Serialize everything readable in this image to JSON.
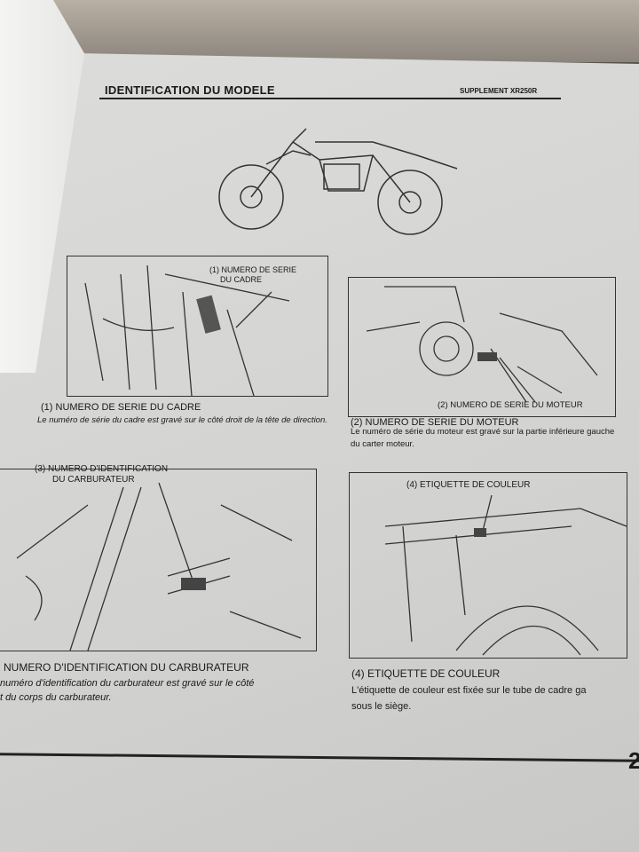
{
  "header": {
    "title": "IDENTIFICATION DU MODELE",
    "supplement": "SUPPLEMENT XR250R"
  },
  "figures": [
    {
      "label": "(1) NUMERO DE SERIE",
      "label2": "DU CADRE",
      "caption": "(1) NUMERO DE SERIE DU CADRE",
      "text": "Le numéro de série du cadre est gravé sur le côté droit de la tête de direction."
    },
    {
      "label": "(2) NUMERO DE SERIE DU MOTEUR",
      "caption": "(2) NUMERO DE SERIE DU MOTEUR",
      "text": "Le numéro de série du moteur est gravé sur la partie inférieure gauche du carter moteur."
    },
    {
      "label": "(3) NUMERO D'IDENTIFICATION",
      "label2": "DU CARBURATEUR",
      "caption": "NUMERO D'IDENTIFICATION DU CARBURATEUR",
      "text": "numéro d'identification du carburateur est gravé sur le côté",
      "text2": "t du corps du carburateur."
    },
    {
      "label": "(4) ETIQUETTE DE COULEUR",
      "caption": "(4) ETIQUETTE DE COULEUR",
      "text": "L'étiquette de couleur est fixée sur le tube de cadre ga",
      "text2": "sous le siège."
    }
  ],
  "page_number": "2"
}
